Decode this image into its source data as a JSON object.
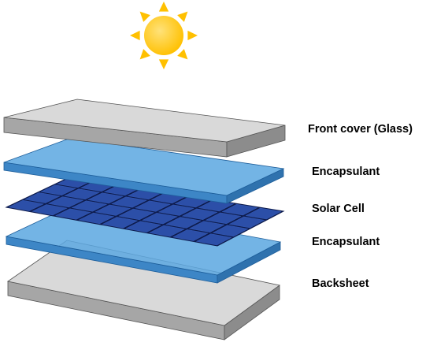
{
  "labels": {
    "front_cover": "Front cover (Glass)",
    "encapsulant_top": "Encapsulant",
    "solar_cell": "Solar Cell",
    "encapsulant_bottom": "Encapsulant",
    "backsheet": "Backsheet"
  },
  "icons": {
    "sun": "sun-icon"
  },
  "colors": {
    "sun_core": "#FFC000",
    "sun_core_highlight": "#FFE27A",
    "glass_top": "#D9D9D9",
    "glass_side": "#A6A6A6",
    "encapsulant_top": "#5BA7E0",
    "encapsulant_side": "#3D86C6",
    "cell_fill": "#2C4FA8",
    "cell_grid": "#0E1C4E",
    "backsheet_top": "#D9D9D9",
    "backsheet_side": "#A6A6A6",
    "outline": "#555555"
  },
  "solar_cell_grid": {
    "columns": 9,
    "rows": 4
  }
}
